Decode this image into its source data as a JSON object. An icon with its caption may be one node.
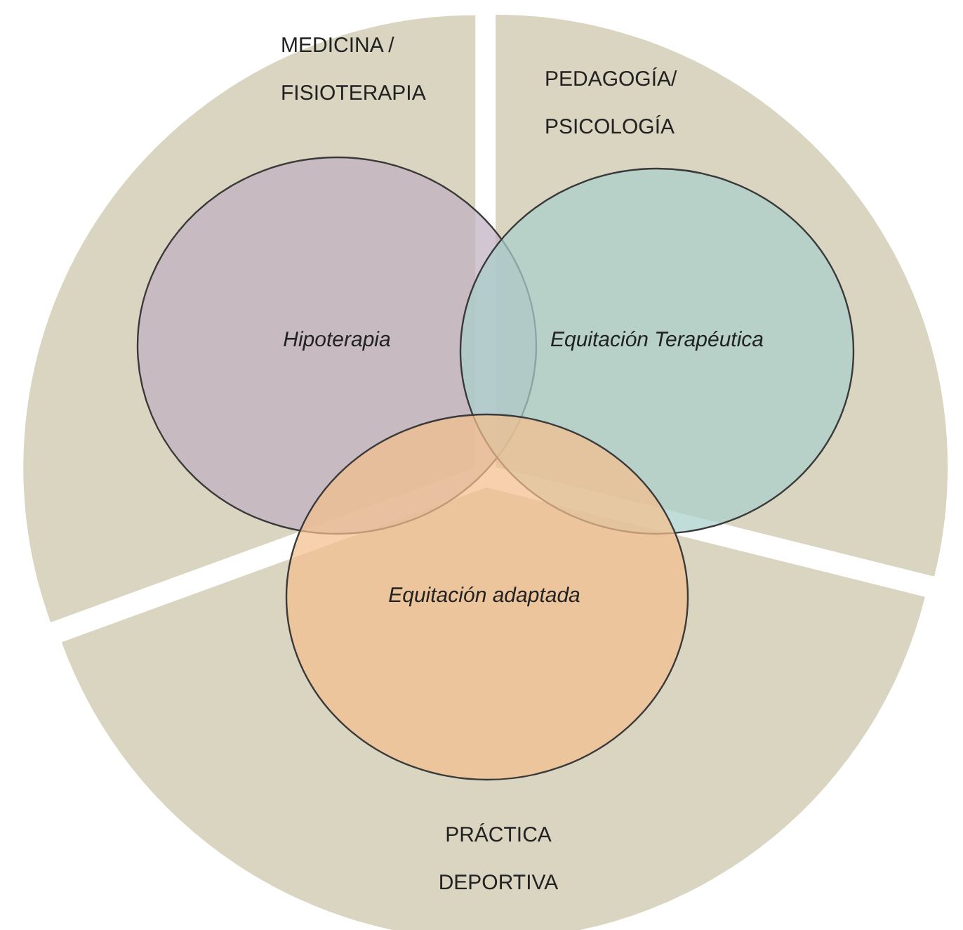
{
  "diagram": {
    "nodes": [
      {
        "text": [
          "MEDICINA / FISIOTERAPIA"
        ]
      },
      {
        "text": [
          "PEDAGOGÍA/ PSICOLOGÍA"
        ]
      },
      {
        "text": [
          "PRÁCTICA DEPORTIVA"
        ]
      },
      {
        "text": [
          "Hipoterapia"
        ]
      },
      {
        "text": [
          "Equitación Terapéutica"
        ]
      },
      {
        "text": [
          "Equitación adaptada"
        ]
      }
    ]
  }
}
